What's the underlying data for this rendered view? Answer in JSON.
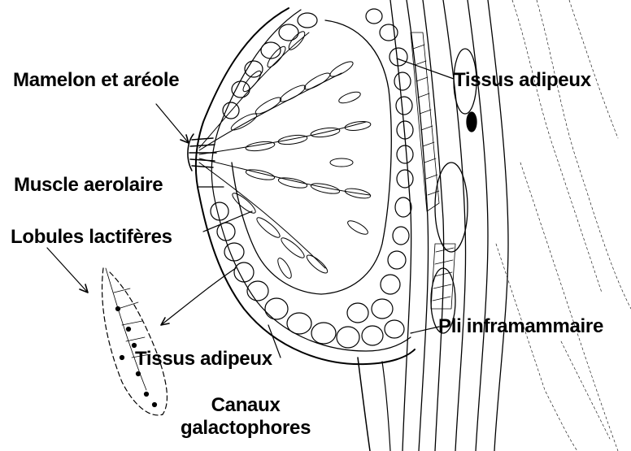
{
  "labels": {
    "nipple_areola": "Mamelon et aréole",
    "areolar_muscle": "Muscle aerolaire",
    "lactiferous_lobules": "Lobules lactifères",
    "adipose_tissue_top": "Tissus adipeux",
    "inframammary_fold": "Pli inframammaire",
    "adipose_tissue_bottom": "Tissus adipeux",
    "ducts_line1": "Canaux",
    "ducts_line2": "galactophores"
  },
  "colors": {
    "ink": "#000000",
    "background": "#ffffff"
  }
}
